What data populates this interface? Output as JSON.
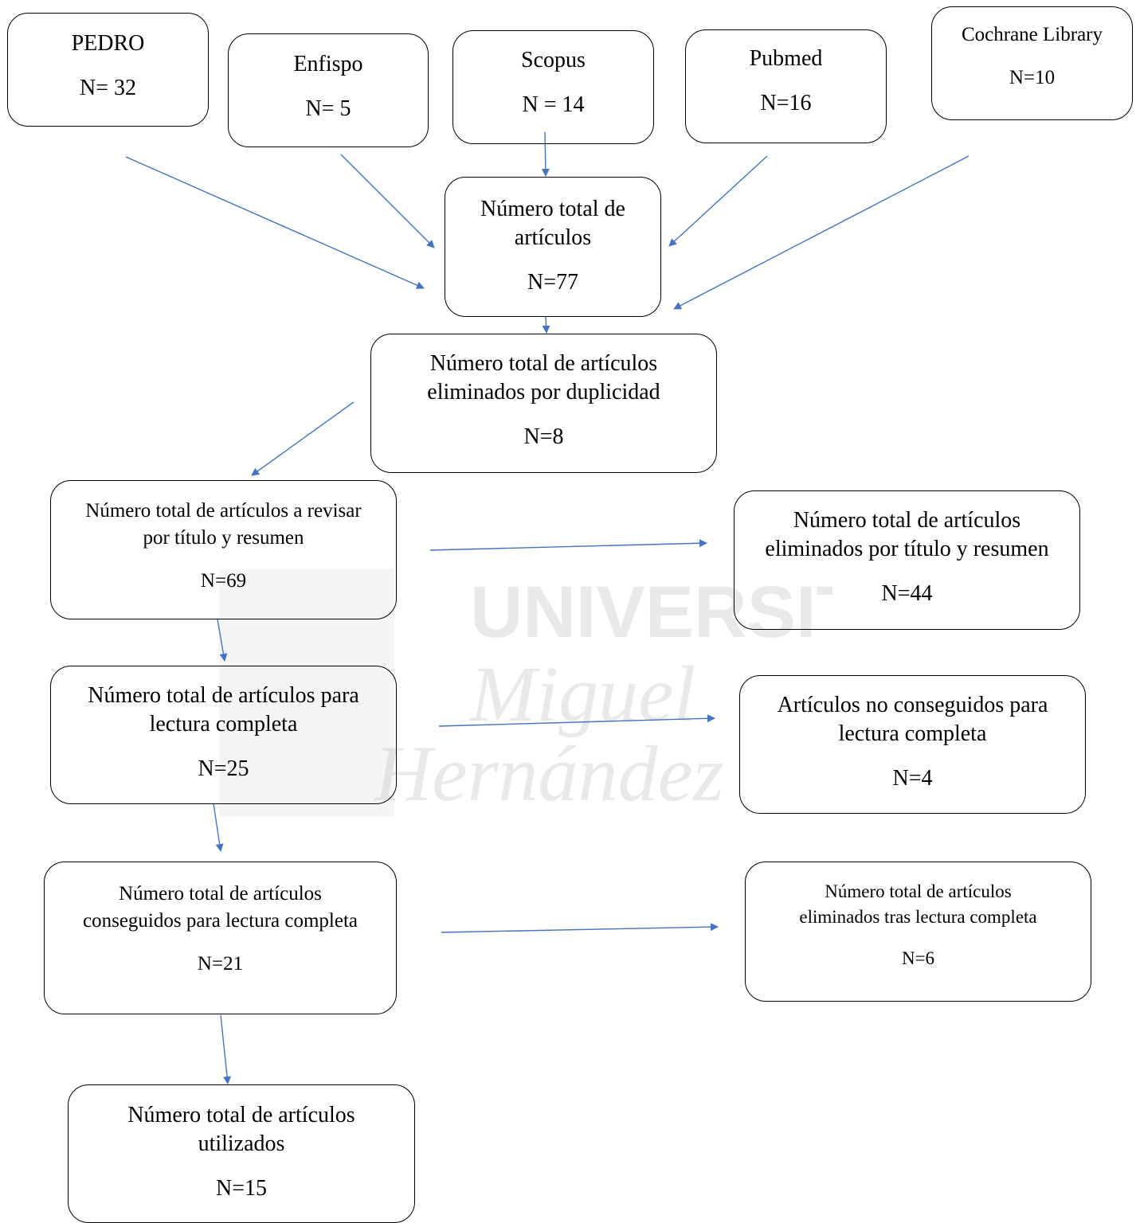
{
  "watermark": {
    "line1": "UNIVERSITAS",
    "line2": "Miguel",
    "line3": "Hernández"
  },
  "sources": [
    {
      "name": "PEDRO",
      "count": "N= 32"
    },
    {
      "name": "Enfispo",
      "count": "N= 5"
    },
    {
      "name": "Scopus",
      "count": "N = 14"
    },
    {
      "name": "Pubmed",
      "count": "N=16"
    },
    {
      "name": "Cochrane Library",
      "count": "N=10"
    }
  ],
  "total": {
    "line1": "Número total de",
    "line2": "artículos",
    "count": "N=77"
  },
  "duplicates": {
    "line1": "Número total de artículos",
    "line2": "eliminados por duplicidad",
    "count": "N=8"
  },
  "review": {
    "line1": "Número total de artículos a revisar",
    "line2": "por título y resumen",
    "count": "N=69"
  },
  "removed_title": {
    "line1": "Número total de artículos",
    "line2": "eliminados por título y resumen",
    "count": "N=44"
  },
  "full_read": {
    "line1": "Número total de artículos para",
    "line2": "lectura completa",
    "count": "N=25"
  },
  "not_obtained": {
    "line1": "Artículos no conseguidos para",
    "line2": "lectura completa",
    "count": "N=4"
  },
  "obtained": {
    "line1": "Número total de artículos",
    "line2": "conseguidos para lectura completa",
    "count": "N=21"
  },
  "removed_after": {
    "line1": "Número total de artículos",
    "line2": "eliminados tras lectura completa",
    "count": "N=6"
  },
  "used": {
    "line1": "Número total de artículos",
    "line2": "utilizados",
    "count": "N=15"
  },
  "colors": {
    "arrow": "#4472c4",
    "border": "#000000",
    "watermark": "#cfcfcf"
  }
}
